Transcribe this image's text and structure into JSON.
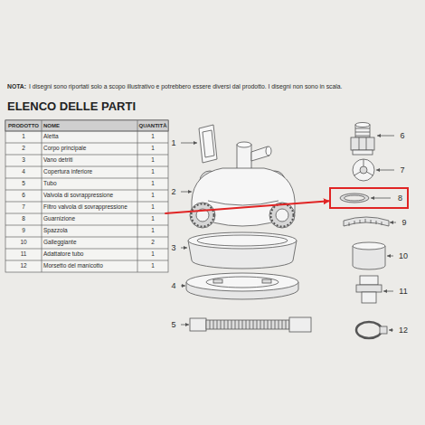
{
  "diagram": {
    "title": "ELENCO DELLE PARTI",
    "nodes": [
      {
        "text": [
          "8",
          "Guarnizione",
          "1"
        ]
      },
      {
        "text": [
          "8"
        ]
      }
    ],
    "edges": [
      {
        "from": 0,
        "to": 1,
        "arrow": "to"
      }
    ],
    "labels": [
      "NOTA:",
      "I disegni sono riportati solo a scopo illustrativo e potrebbero essere diversi dal prodotto. I disegni non sono in scala.",
      "PRODOTTO",
      "NOME",
      "QUANTITÀ",
      "1",
      "Aletta",
      "1",
      "2",
      "Corpo principale",
      "1",
      "3",
      "Vano detriti",
      "1",
      "4",
      "Copertura inferiore",
      "1",
      "5",
      "Tubo",
      "1",
      "6",
      "Valvola di sovrappressione",
      "1",
      "7",
      "Filtro valvola di sovrappressione",
      "1",
      "9",
      "Spazzola",
      "1",
      "10",
      "Galleggiante",
      "2",
      "11",
      "Adattatore tubo",
      "1",
      "12",
      "Morsetto del manicotto",
      "1",
      "1",
      "2",
      "3",
      "4",
      "5",
      "6",
      "7",
      "9",
      "10",
      "11",
      "12"
    ]
  }
}
